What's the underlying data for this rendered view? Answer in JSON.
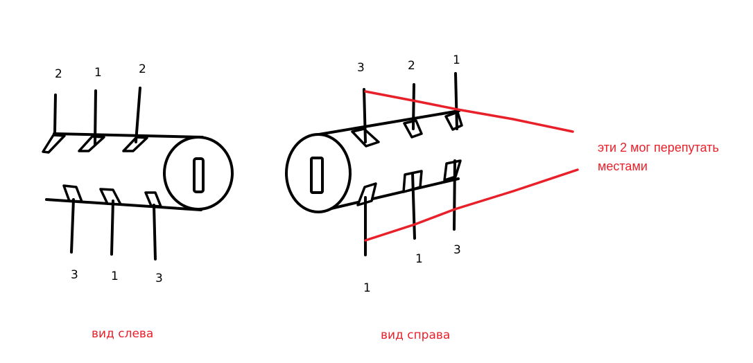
{
  "left_view": {
    "caption": "вид слева",
    "top_pins": [
      "2",
      "1",
      "2"
    ],
    "bottom_pins": [
      "3",
      "1",
      "3"
    ]
  },
  "right_view": {
    "caption": "вид справа",
    "top_pins": [
      "3",
      "2",
      "1"
    ],
    "bottom_pins": [
      "1",
      "1",
      "3"
    ]
  },
  "annotation": {
    "line1": "эти 2 мог перепутать",
    "line2": "местами",
    "color": "#e8202a"
  }
}
